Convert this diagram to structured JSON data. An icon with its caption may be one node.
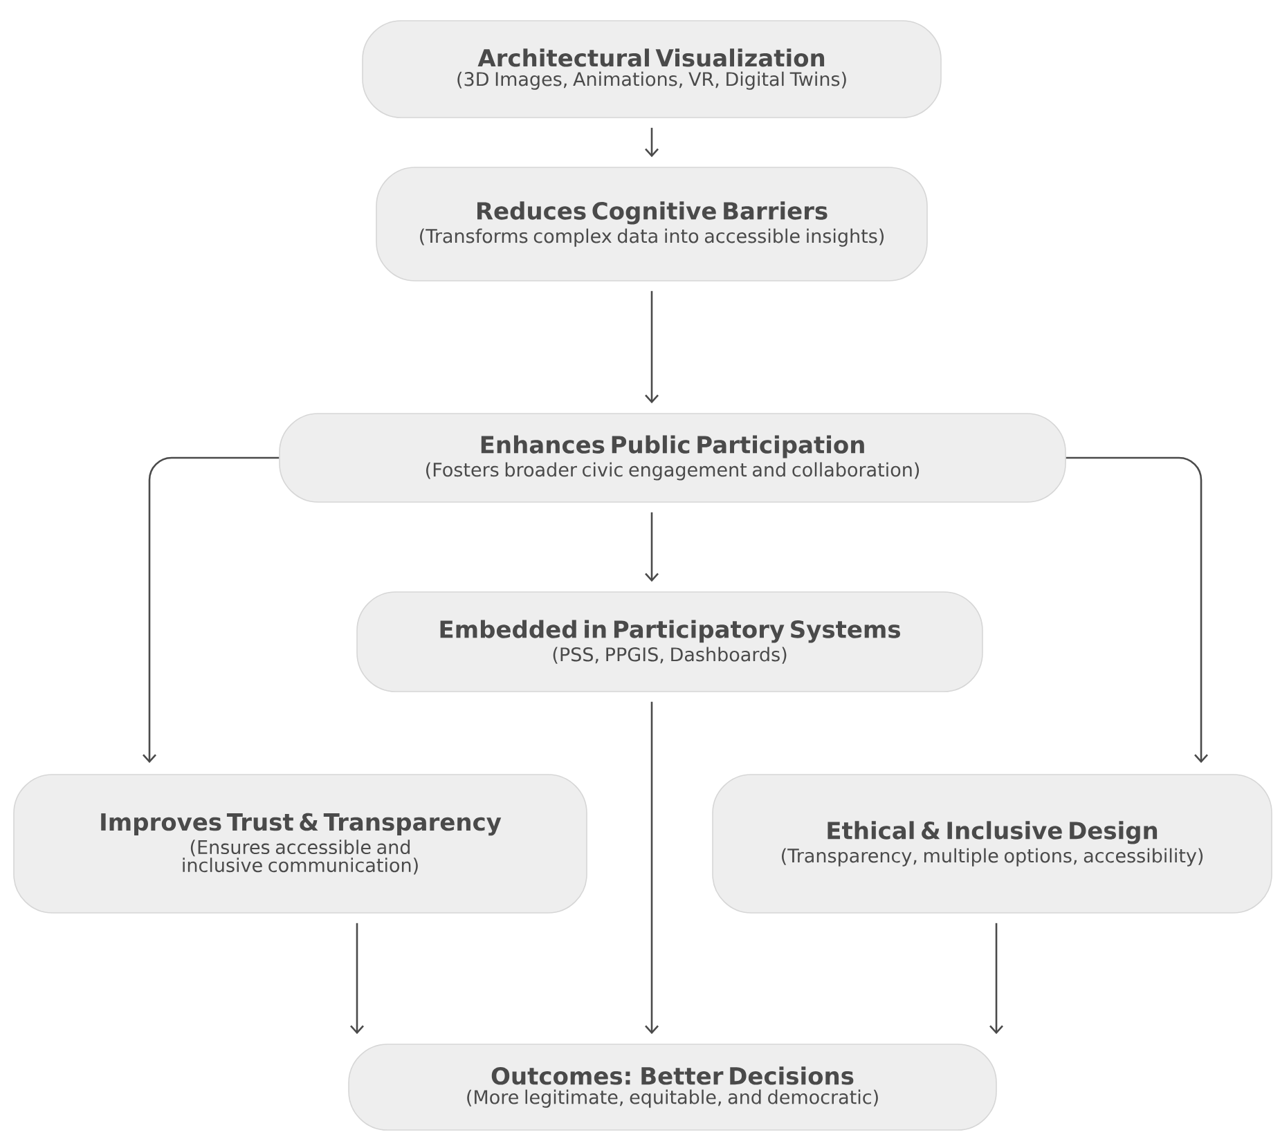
{
  "diagram": {
    "nodes": [
      {
        "text": [
          "Architectural Visualization",
          "(3D Images, Animations, VR, Digital Twins)"
        ]
      },
      {
        "text": [
          "Reduces Cognitive Barriers",
          "(Transforms complex data into accessible insights)"
        ]
      },
      {
        "text": [
          "Enhances Public Participation",
          "(Fosters broader civic engagement and collaboration)"
        ]
      },
      {
        "text": [
          "Embedded in Participatory Systems",
          "(PSS, PPGIS, Dashboards)"
        ]
      },
      {
        "text": [
          "Improves Trust & Transparency",
          "(Ensures accessible and inclusive communication)"
        ]
      },
      {
        "text": [
          "Ethical & Inclusive Design",
          "(Transparency, multiple options, accessibility)"
        ]
      },
      {
        "text": [
          "Outcomes: Better Decisions",
          "(More legitimate, equitable, and democratic)"
        ]
      }
    ],
    "edges": [
      {
        "from": 0,
        "to": 1,
        "arrow": "to"
      },
      {
        "from": 1,
        "to": 2,
        "arrow": "to"
      },
      {
        "from": 2,
        "to": 3,
        "arrow": "to"
      },
      {
        "from": 2,
        "to": 4,
        "arrow": "to"
      },
      {
        "from": 2,
        "to": 5,
        "arrow": "to"
      },
      {
        "from": 3,
        "to": 6,
        "arrow": "to"
      },
      {
        "from": 4,
        "to": 6,
        "arrow": "to"
      },
      {
        "from": 5,
        "to": 6,
        "arrow": "to"
      }
    ]
  }
}
